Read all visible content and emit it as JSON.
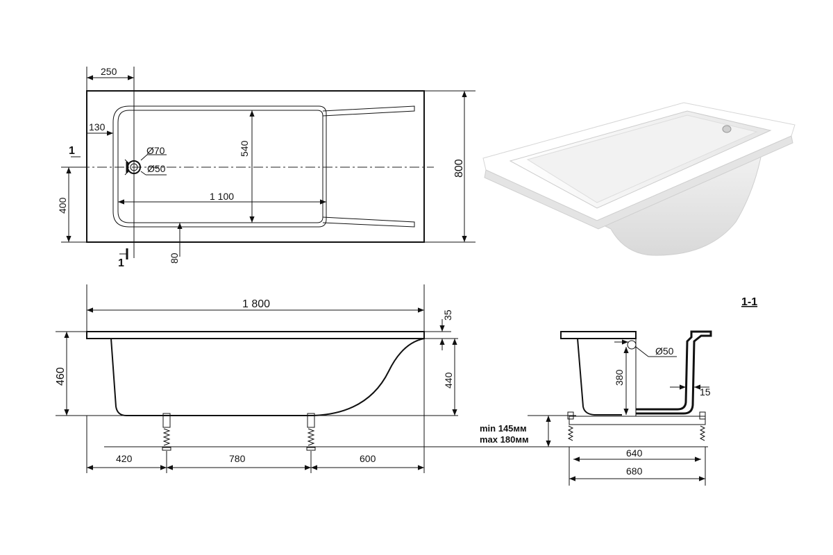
{
  "top_view": {
    "dim_250": "250",
    "dim_130": "130",
    "dim_540": "540",
    "dim_1100": "1 100",
    "dim_400": "400",
    "dim_80": "80",
    "dim_800": "800",
    "outlet_outer": "Ø70",
    "outlet_inner": "Ø50",
    "section_mark_top": "1",
    "section_mark_bottom": "1"
  },
  "side_view": {
    "dim_1800": "1 800",
    "dim_35": "35",
    "dim_460": "460",
    "dim_440": "440",
    "dim_420": "420",
    "dim_780": "780",
    "dim_600": "600",
    "leg_min": "min 145мм",
    "leg_max": "max 180мм"
  },
  "section_view": {
    "title": "1-1",
    "overflow": "Ø50",
    "dim_380": "380",
    "dim_15": "15",
    "dim_640": "640",
    "dim_680": "680"
  },
  "colors": {
    "line": "#111111",
    "tub_shade": "#e9e9e9",
    "tub_highlight": "#ffffff"
  }
}
